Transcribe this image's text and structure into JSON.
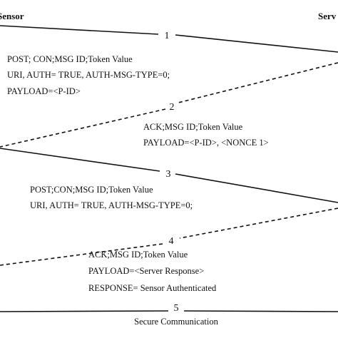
{
  "entities": {
    "left": "Sensor",
    "right": "Serv"
  },
  "steps": [
    {
      "number": "1",
      "lines": [
        "POST; CON;MSG ID;Token Value",
        "URI, AUTH= TRUE, AUTH-MSG-TYPE=0;",
        "PAYLOAD=<P-ID>"
      ]
    },
    {
      "number": "2",
      "lines": [
        "ACK;MSG ID;Token Value",
        "PAYLOAD=<P-ID>,  <NONCE 1>"
      ]
    },
    {
      "number": "3",
      "lines": [
        "POST;CON;MSG ID;Token Value",
        "URI, AUTH= TRUE, AUTH-MSG-TYPE=0;"
      ]
    },
    {
      "number": "4",
      "lines": [
        "ACK;MSG ID;Token Value",
        "PAYLOAD=<Server Response>",
        "RESPONSE= Sensor Authenticated"
      ]
    },
    {
      "number": "5",
      "lines": []
    }
  ],
  "secure_label": "Secure Communication"
}
